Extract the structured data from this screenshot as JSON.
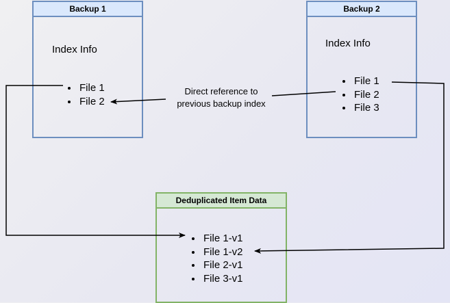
{
  "backup1": {
    "title": "Backup 1",
    "index_label": "Index Info",
    "files": [
      "File 1",
      "File 2"
    ]
  },
  "backup2": {
    "title": "Backup 2",
    "index_label": "Index Info",
    "files": [
      "File 1",
      "File 2",
      "File 3"
    ]
  },
  "dedup": {
    "title": "Deduplicated Item Data",
    "items": [
      "File 1-v1",
      "File 1-v2",
      "File 2-v1",
      "File 3-v1"
    ]
  },
  "edge_label": "Direct reference to\nprevious backup index",
  "colors": {
    "blue_fill": "#dae8fc",
    "blue_stroke": "#6c8ebf",
    "green_fill": "#d5e8d4",
    "green_stroke": "#82b366"
  }
}
